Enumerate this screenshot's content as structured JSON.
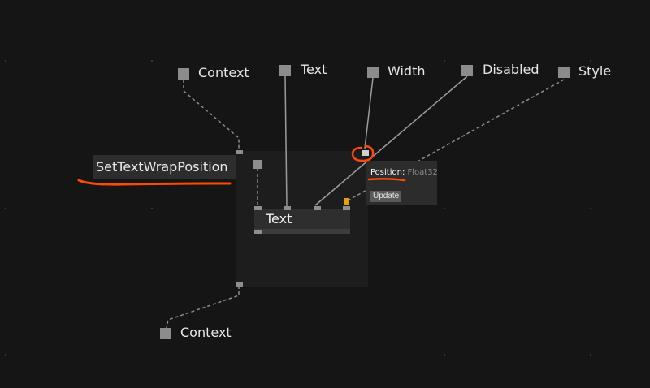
{
  "node": {
    "title": "SetTextWrapPosition",
    "inner_label": "Text"
  },
  "ports": {
    "inputs": [
      {
        "label": "Context"
      },
      {
        "label": "Text"
      },
      {
        "label": "Width"
      },
      {
        "label": "Disabled"
      },
      {
        "label": "Style"
      }
    ],
    "output": {
      "label": "Context"
    }
  },
  "tooltip": {
    "key": "Position",
    "separator": ": ",
    "type": "Float32",
    "button": "Update"
  },
  "colors": {
    "background": "#151515",
    "annotation": "#ff4a00",
    "accent_pin": "#e8a000"
  }
}
